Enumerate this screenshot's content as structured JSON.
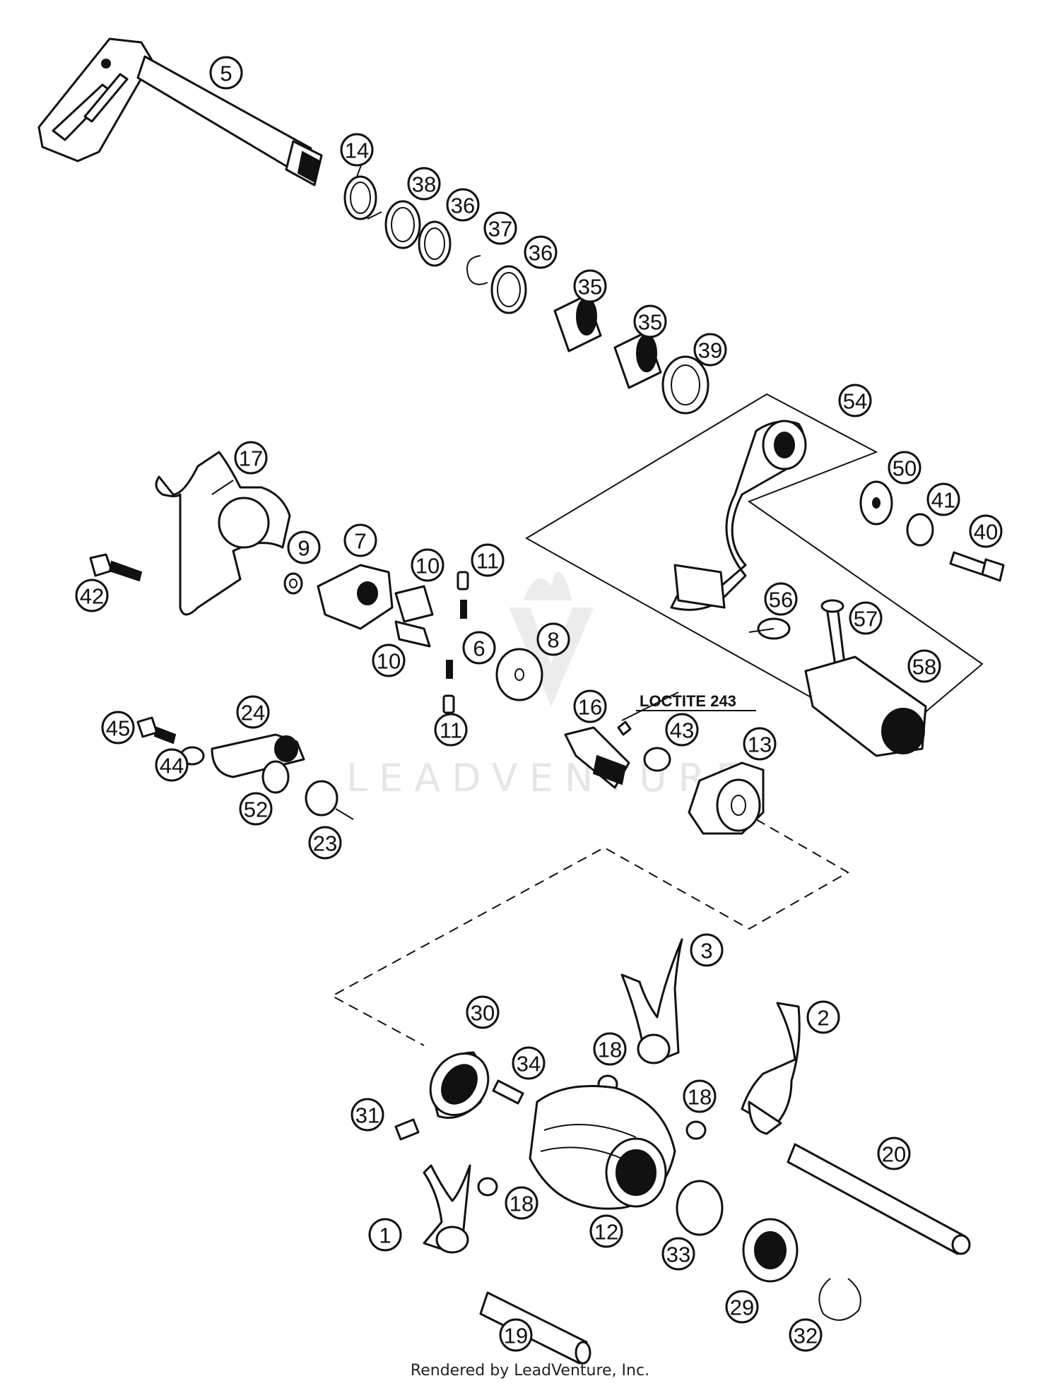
{
  "diagram": {
    "callouts": [
      {
        "part": "5"
      },
      {
        "part": "14"
      },
      {
        "part": "38"
      },
      {
        "part": "36"
      },
      {
        "part": "37"
      },
      {
        "part": "36"
      },
      {
        "part": "35"
      },
      {
        "part": "35"
      },
      {
        "part": "39"
      },
      {
        "part": "54"
      },
      {
        "part": "50"
      },
      {
        "part": "41"
      },
      {
        "part": "40"
      },
      {
        "part": "17"
      },
      {
        "part": "9"
      },
      {
        "part": "7"
      },
      {
        "part": "10"
      },
      {
        "part": "11"
      },
      {
        "part": "42"
      },
      {
        "part": "6"
      },
      {
        "part": "8"
      },
      {
        "part": "10"
      },
      {
        "part": "56"
      },
      {
        "part": "57"
      },
      {
        "part": "58"
      },
      {
        "part": "16"
      },
      {
        "part": "11"
      },
      {
        "part": "45"
      },
      {
        "part": "24"
      },
      {
        "part": "43"
      },
      {
        "part": "44"
      },
      {
        "part": "13"
      },
      {
        "part": "52"
      },
      {
        "part": "23"
      },
      {
        "part": "3"
      },
      {
        "part": "30"
      },
      {
        "part": "2"
      },
      {
        "part": "18"
      },
      {
        "part": "34"
      },
      {
        "part": "18"
      },
      {
        "part": "31"
      },
      {
        "part": "20"
      },
      {
        "part": "18"
      },
      {
        "part": "1"
      },
      {
        "part": "12"
      },
      {
        "part": "33"
      },
      {
        "part": "29"
      },
      {
        "part": "19"
      },
      {
        "part": "32"
      }
    ],
    "annotation": "LOCTITE 243",
    "watermark": "LEADVENTURE"
  },
  "footer": {
    "credit": "Rendered by LeadVenture, Inc."
  },
  "colors": {
    "line": "#111111",
    "background": "#ffffff",
    "watermark": "#e6e6e6"
  }
}
